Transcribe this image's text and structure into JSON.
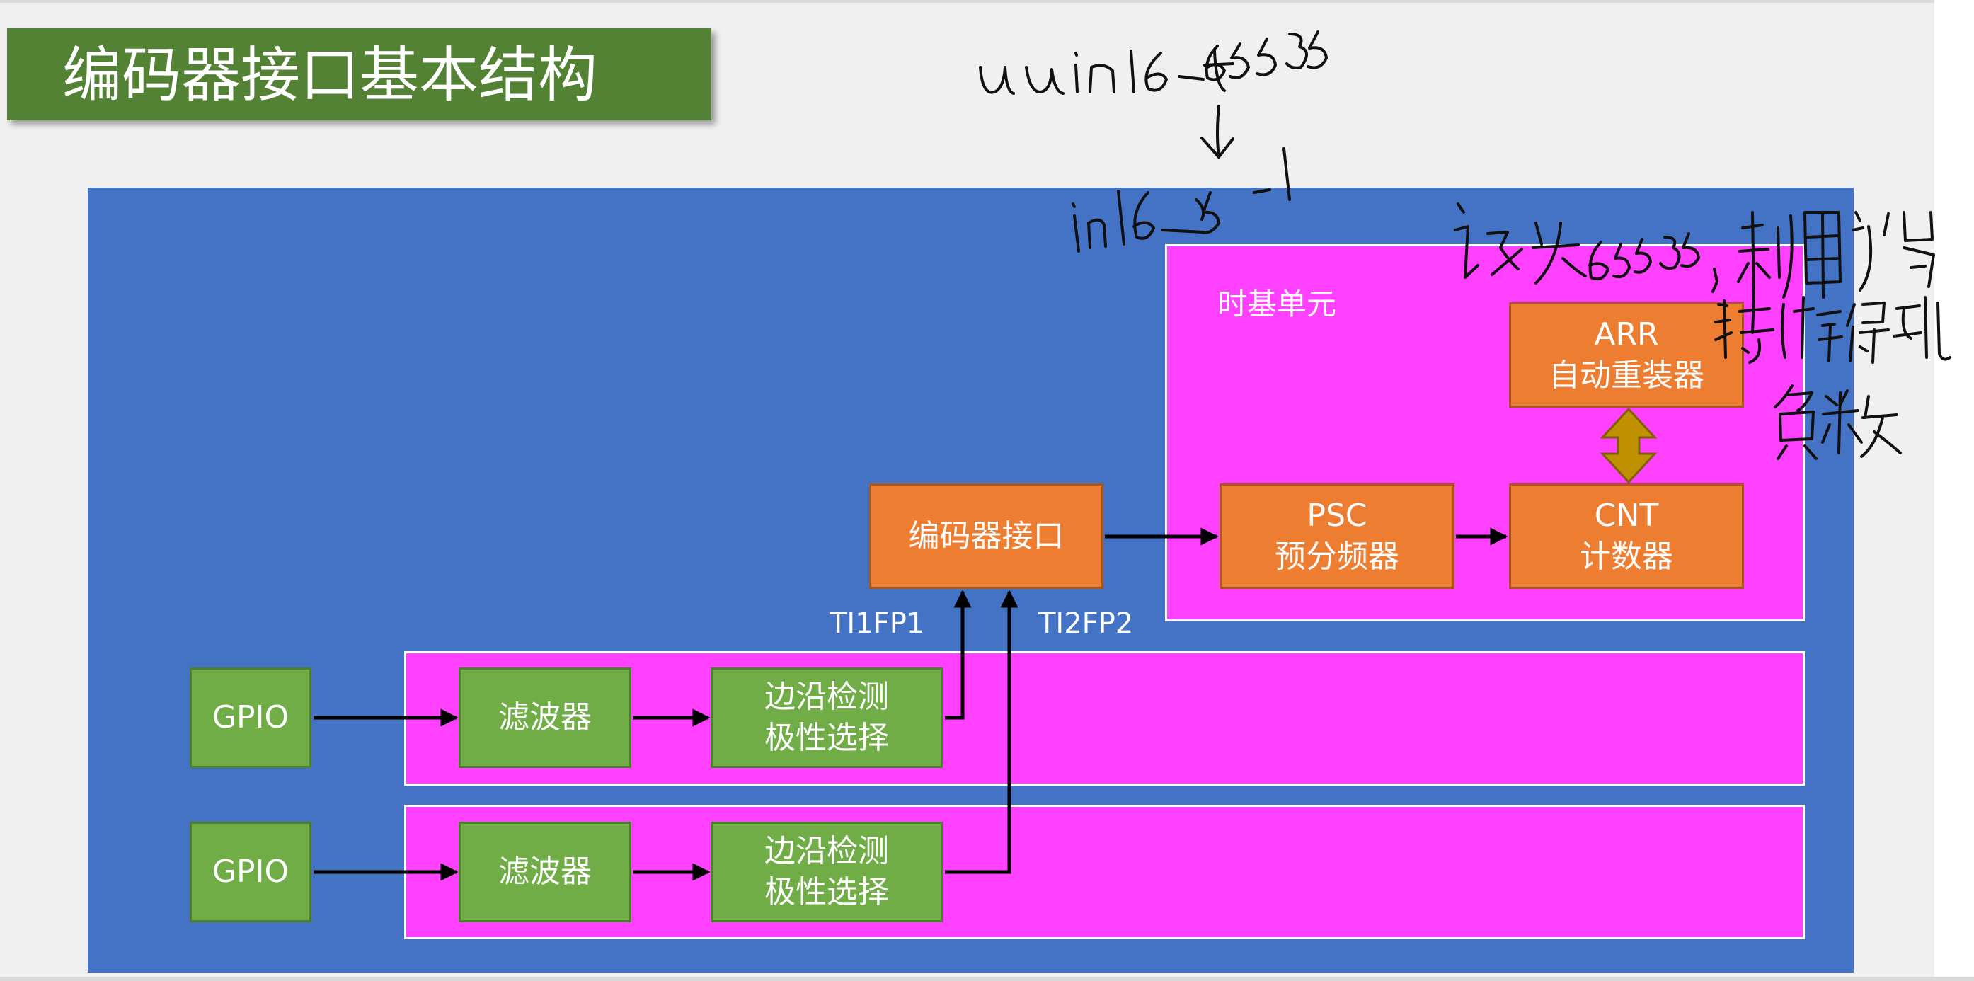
{
  "title": "编码器接口基本结构",
  "timebase": {
    "label": "时基单元",
    "arr": {
      "line1": "ARR",
      "line2": "自动重装器"
    },
    "psc": {
      "line1": "PSC",
      "line2": "预分频器"
    },
    "cnt": {
      "line1": "CNT",
      "line2": "计数器"
    }
  },
  "encoder_interface": {
    "label": "编码器接口"
  },
  "signals": {
    "ti1": "TI1FP1",
    "ti2": "TI2FP2"
  },
  "channels": [
    {
      "gpio": "GPIO",
      "filter": "滤波器",
      "edge_line1": "边沿检测",
      "edge_line2": "极性选择"
    },
    {
      "gpio": "GPIO",
      "filter": "滤波器",
      "edge_line1": "边沿检测",
      "edge_line2": "极性选择"
    }
  ],
  "handwritten_notes": {
    "line1": "uint16_t 65535",
    "line2": "int16_t -1",
    "line3": "设为65535，利用补码特性得到负数"
  },
  "colors": {
    "title_banner": "#548235",
    "main_panel": "#4472c4",
    "sub_panel": "#ff40ff",
    "orange_box": "#ed7d31",
    "green_box": "#70ad47",
    "double_arrow": "#bf9000"
  }
}
